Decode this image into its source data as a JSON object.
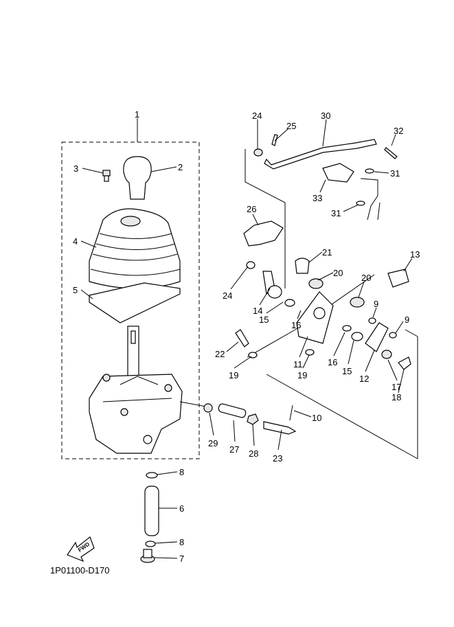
{
  "diagram_code": "1P01100-D170",
  "fwd_label": "FWD",
  "callouts": [
    "1",
    "2",
    "3",
    "4",
    "5",
    "6",
    "7",
    "8",
    "8",
    "9",
    "9",
    "10",
    "11",
    "12",
    "13",
    "14",
    "15",
    "15",
    "16",
    "16",
    "17",
    "18",
    "19",
    "19",
    "20",
    "20",
    "21",
    "22",
    "23",
    "24",
    "24",
    "25",
    "26",
    "27",
    "28",
    "29",
    "30",
    "31",
    "31",
    "32",
    "33"
  ]
}
